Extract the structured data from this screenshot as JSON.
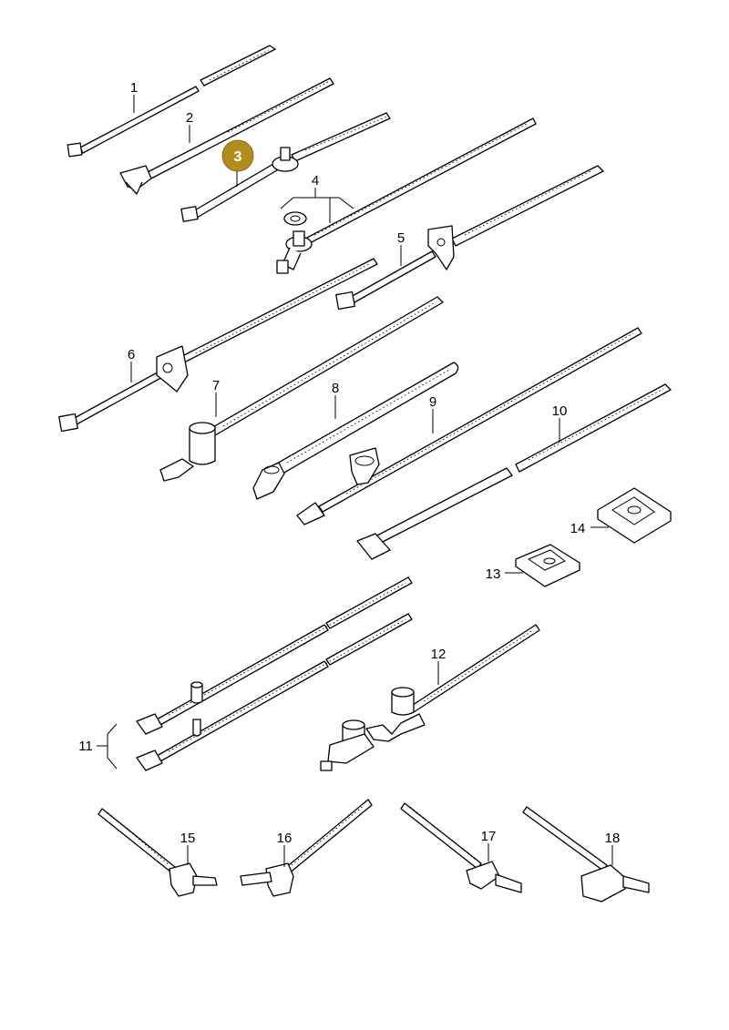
{
  "diagram": {
    "highlighted_part": "3",
    "highlight_color": "#b08d1e",
    "callouts": [
      {
        "id": "c1",
        "label": "1"
      },
      {
        "id": "c2",
        "label": "2"
      },
      {
        "id": "c3",
        "label": "3"
      },
      {
        "id": "c4",
        "label": "4"
      },
      {
        "id": "c5",
        "label": "5"
      },
      {
        "id": "c6",
        "label": "6"
      },
      {
        "id": "c7",
        "label": "7"
      },
      {
        "id": "c8",
        "label": "8"
      },
      {
        "id": "c9",
        "label": "9"
      },
      {
        "id": "c10",
        "label": "10"
      },
      {
        "id": "c11",
        "label": "11"
      },
      {
        "id": "c12",
        "label": "12"
      },
      {
        "id": "c13",
        "label": "13"
      },
      {
        "id": "c14",
        "label": "14"
      },
      {
        "id": "c15",
        "label": "15"
      },
      {
        "id": "c16",
        "label": "16"
      },
      {
        "id": "c17",
        "label": "17"
      },
      {
        "id": "c18",
        "label": "18"
      }
    ]
  }
}
